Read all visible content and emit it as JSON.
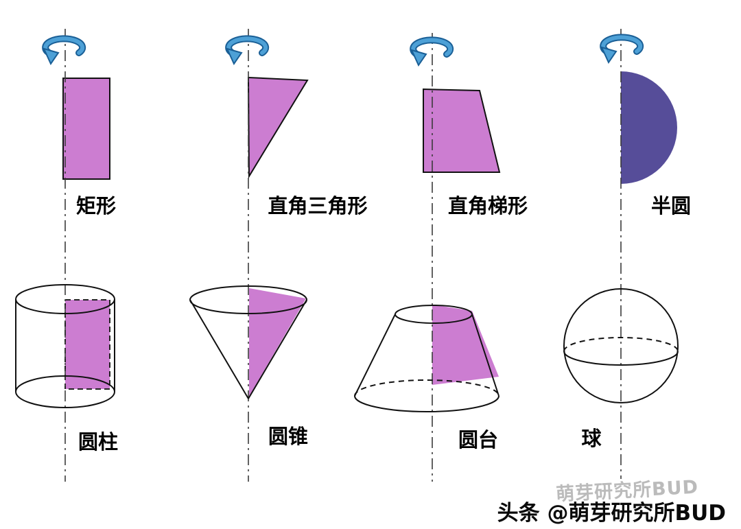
{
  "columns": [
    {
      "shape_label": "矩形",
      "solid_label": "圆柱"
    },
    {
      "shape_label": "直角三角形",
      "solid_label": "圆锥"
    },
    {
      "shape_label": "直角梯形",
      "solid_label": "圆台"
    },
    {
      "shape_label": "半圆",
      "solid_label": "球"
    }
  ],
  "watermark": {
    "byline": "头条 @萌芽研究所BUD",
    "faint": "萌芽研究所BUD"
  },
  "colors": {
    "cross_section_fill": "#CC7DD1",
    "semicircle_fill": "#564D99",
    "arrow_blue": "#4DA0D6",
    "arrow_outline": "#1A5F96",
    "axis_color": "#3A3A3A",
    "outline_black": "#111111"
  }
}
